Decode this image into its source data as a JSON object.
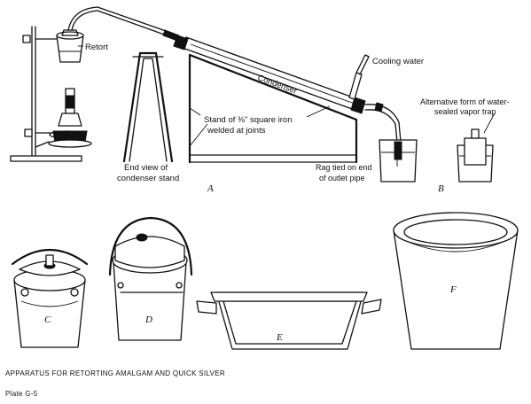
{
  "diagram": {
    "labels": {
      "retort": "Retort",
      "condenser": "Condenser",
      "cooling_water": "Cooling water",
      "stand_line1": "Stand of ⅜\" square iron",
      "stand_line2": "welded at joints",
      "end_view_line1": "End view of",
      "end_view_line2": "condenser stand",
      "alt_line1": "Alternative form of water-",
      "alt_line2": "sealed vapor trap",
      "rag_line1": "Rag tied on end",
      "rag_line2": "of outlet pipe"
    },
    "panel_letters": {
      "a": "A",
      "b": "B",
      "c": "C",
      "d": "D",
      "e": "E",
      "f": "F"
    },
    "caption": "APPARATUS FOR RETORTING AMALGAM AND QUICK SILVER",
    "plate": "Plate G-5"
  }
}
